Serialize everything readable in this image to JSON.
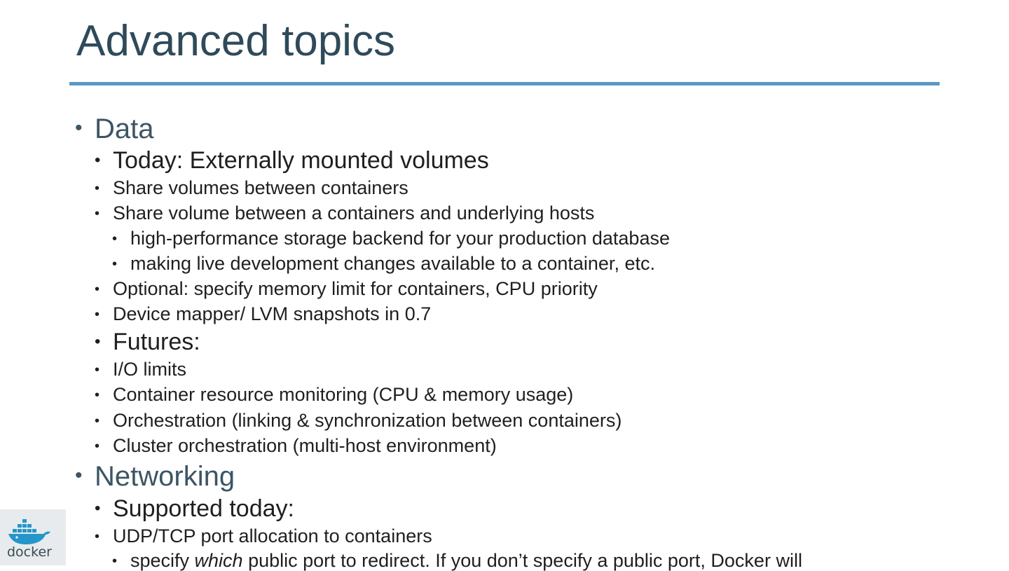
{
  "slide": {
    "title": "Advanced topics"
  },
  "bullets": {
    "data_heading": "Data",
    "today_heading": "Today: Externally mounted volumes",
    "share_between": "Share volumes between containers",
    "share_hosts": "Share volume between a containers and underlying hosts",
    "storage_backend": "high-performance storage backend for your production database",
    "live_dev": "making live development changes available to a container, etc.",
    "optional": "Optional: specify memory limit for containers, CPU priority",
    "device_mapper": "Device mapper/ LVM snapshots in 0.7",
    "futures_heading": "Futures:",
    "io_limits": "I/O limits",
    "monitoring": "Container resource monitoring (CPU & memory usage)",
    "orchestration": "Orchestration (linking & synchronization between containers)",
    "cluster": "Cluster orchestration (multi-host environment)",
    "networking_heading": "Networking",
    "supported_heading": "Supported today:",
    "port_alloc": "UDP/TCP port allocation to containers",
    "specify_pre": "specify ",
    "specify_em": "which",
    "specify_post": " public port to redirect. If you don’t specify a public port, Docker will"
  },
  "logo": {
    "text": "docker",
    "icon": "docker-whale-icon",
    "colors": {
      "whale": "#2496c9",
      "box": "#e8ebed"
    }
  },
  "colors": {
    "title": "#2f4a5a",
    "rule": "#5a98c6",
    "body_text": "#1f1f1f",
    "heading_text": "#3d5564"
  }
}
